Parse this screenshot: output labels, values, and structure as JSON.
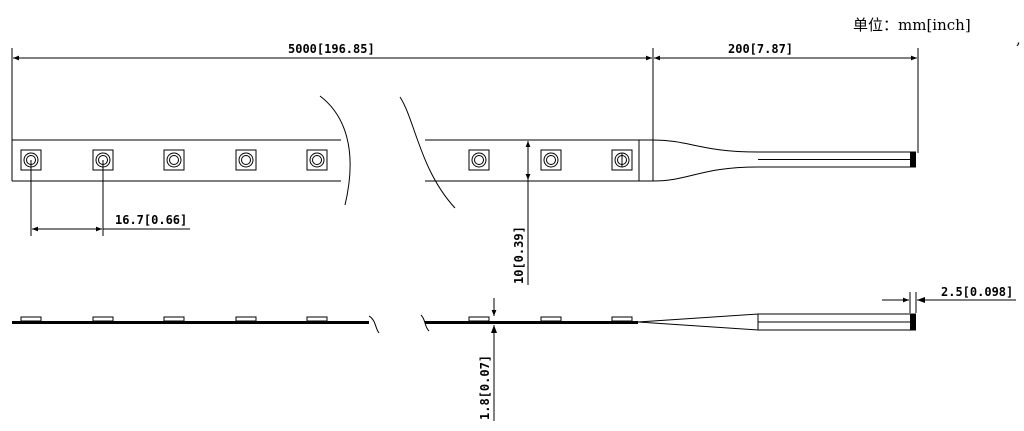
{
  "units_label": "单位：mm[inch]",
  "dimensions": {
    "strip_length": "5000[196.85]",
    "lead_length": "200[7.87]",
    "led_pitch": "16.7[0.66]",
    "strip_width": "10[0.39]",
    "wire_thickness": "2.5[0.098]",
    "strip_thickness": "1.8[0.07]"
  },
  "top_view": {
    "led_count_left": 5,
    "led_count_right": 3
  },
  "side_view": {
    "led_count_left": 5,
    "led_count_right": 3
  }
}
